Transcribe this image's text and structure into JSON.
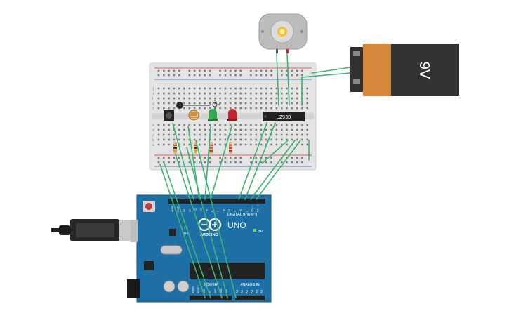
{
  "battery": {
    "label": "9V",
    "body_color": "#333333",
    "cap_color": "#d4873a"
  },
  "motor": {
    "label": ""
  },
  "driver_chip": {
    "label": "L293D"
  },
  "arduino": {
    "brand": "ARDUINO",
    "model": "UNO",
    "digital_header": "DIGITAL (PWM~)",
    "power_label": "POWER",
    "analog_label": "ANALOG IN",
    "on_label": "ON",
    "tx_label": "TX",
    "rx_label": "RX",
    "l_label": "L",
    "analog_pins": [
      "A0",
      "A1",
      "A2",
      "A3",
      "A4",
      "A5"
    ],
    "power_pins": [
      "IOREF",
      "RESET",
      "3.3V",
      "5V",
      "GND",
      "GND",
      "VIN"
    ],
    "digital_pins": [
      "AREF",
      "GND",
      "13",
      "12",
      "~11",
      "~10",
      "~9",
      "8",
      "7",
      "~6",
      "~5",
      "4",
      "~3",
      "2",
      "TX→1",
      "RX←0"
    ]
  },
  "breadboard": {
    "row_letters_top": [
      "j",
      "i",
      "h",
      "g",
      "f"
    ],
    "row_letters_bottom": [
      "e",
      "d",
      "c",
      "b",
      "a"
    ]
  },
  "components": {
    "leds": [
      {
        "name": "green-led",
        "color": "#2fa84f"
      },
      {
        "name": "red-led",
        "color": "#c0282d"
      }
    ],
    "resistor_count": 4
  },
  "colors": {
    "wire": "#3cb371",
    "board": "#1d6fa5",
    "breadboard": "#e6e6e6",
    "power_red": "#d9363e"
  }
}
